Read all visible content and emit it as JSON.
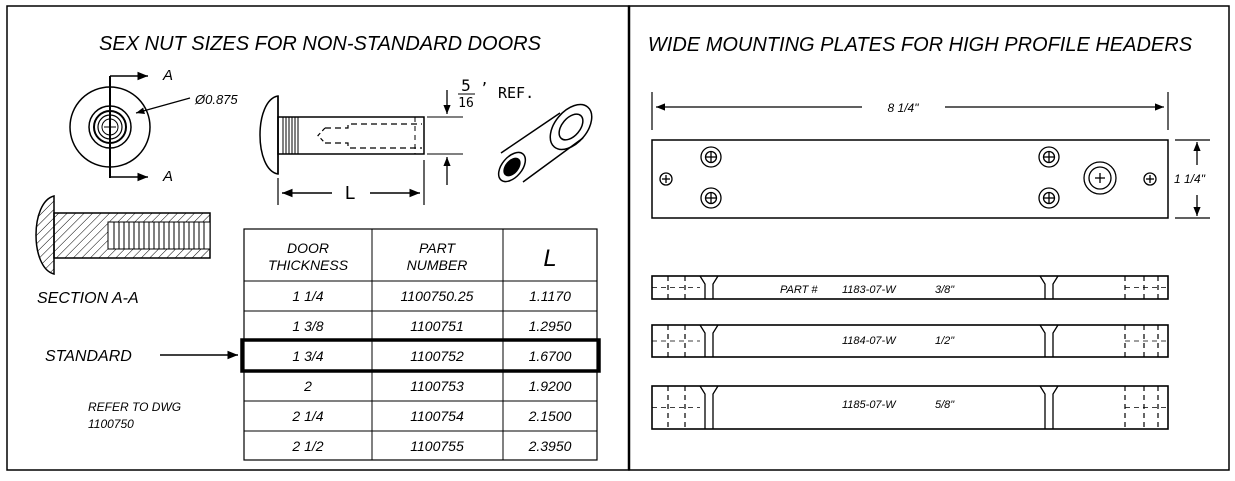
{
  "left": {
    "title": "SEX NUT SIZES FOR NON-STANDARD DOORS",
    "section_marker": "A",
    "diameter_label": "Ø0.875",
    "dim_fraction_num": "5",
    "dim_fraction_den": "16",
    "ref_label": "REF.",
    "length_label": "L",
    "section_label": "SECTION  A-A",
    "standard_label": "STANDARD",
    "refer_line1": "REFER TO DWG",
    "refer_line2": "1100750",
    "table": {
      "headers": [
        [
          "DOOR",
          "THICKNESS"
        ],
        [
          "PART",
          "NUMBER"
        ],
        [
          "L"
        ]
      ],
      "rows": [
        [
          "1 1/4",
          "1100750.25",
          "1.1170"
        ],
        [
          "1 3/8",
          "1100751",
          "1.2950"
        ],
        [
          "1 3/4",
          "1100752",
          "1.6700"
        ],
        [
          "2",
          "1100753",
          "1.9200"
        ],
        [
          "2 1/4",
          "1100754",
          "2.1500"
        ],
        [
          "2 1/2",
          "1100755",
          "2.3950"
        ]
      ],
      "highlighted_row_index": 2
    }
  },
  "right": {
    "title": "WIDE MOUNTING PLATES FOR HIGH PROFILE HEADERS",
    "width_dim": "8 1/4\"",
    "height_dim": "1 1/4\"",
    "part_prefix": "PART #",
    "plates": [
      {
        "part": "1183-07-W",
        "thickness": "3/8\""
      },
      {
        "part": "1184-07-W",
        "thickness": "1/2\""
      },
      {
        "part": "1185-07-W",
        "thickness": "5/8\""
      }
    ]
  }
}
